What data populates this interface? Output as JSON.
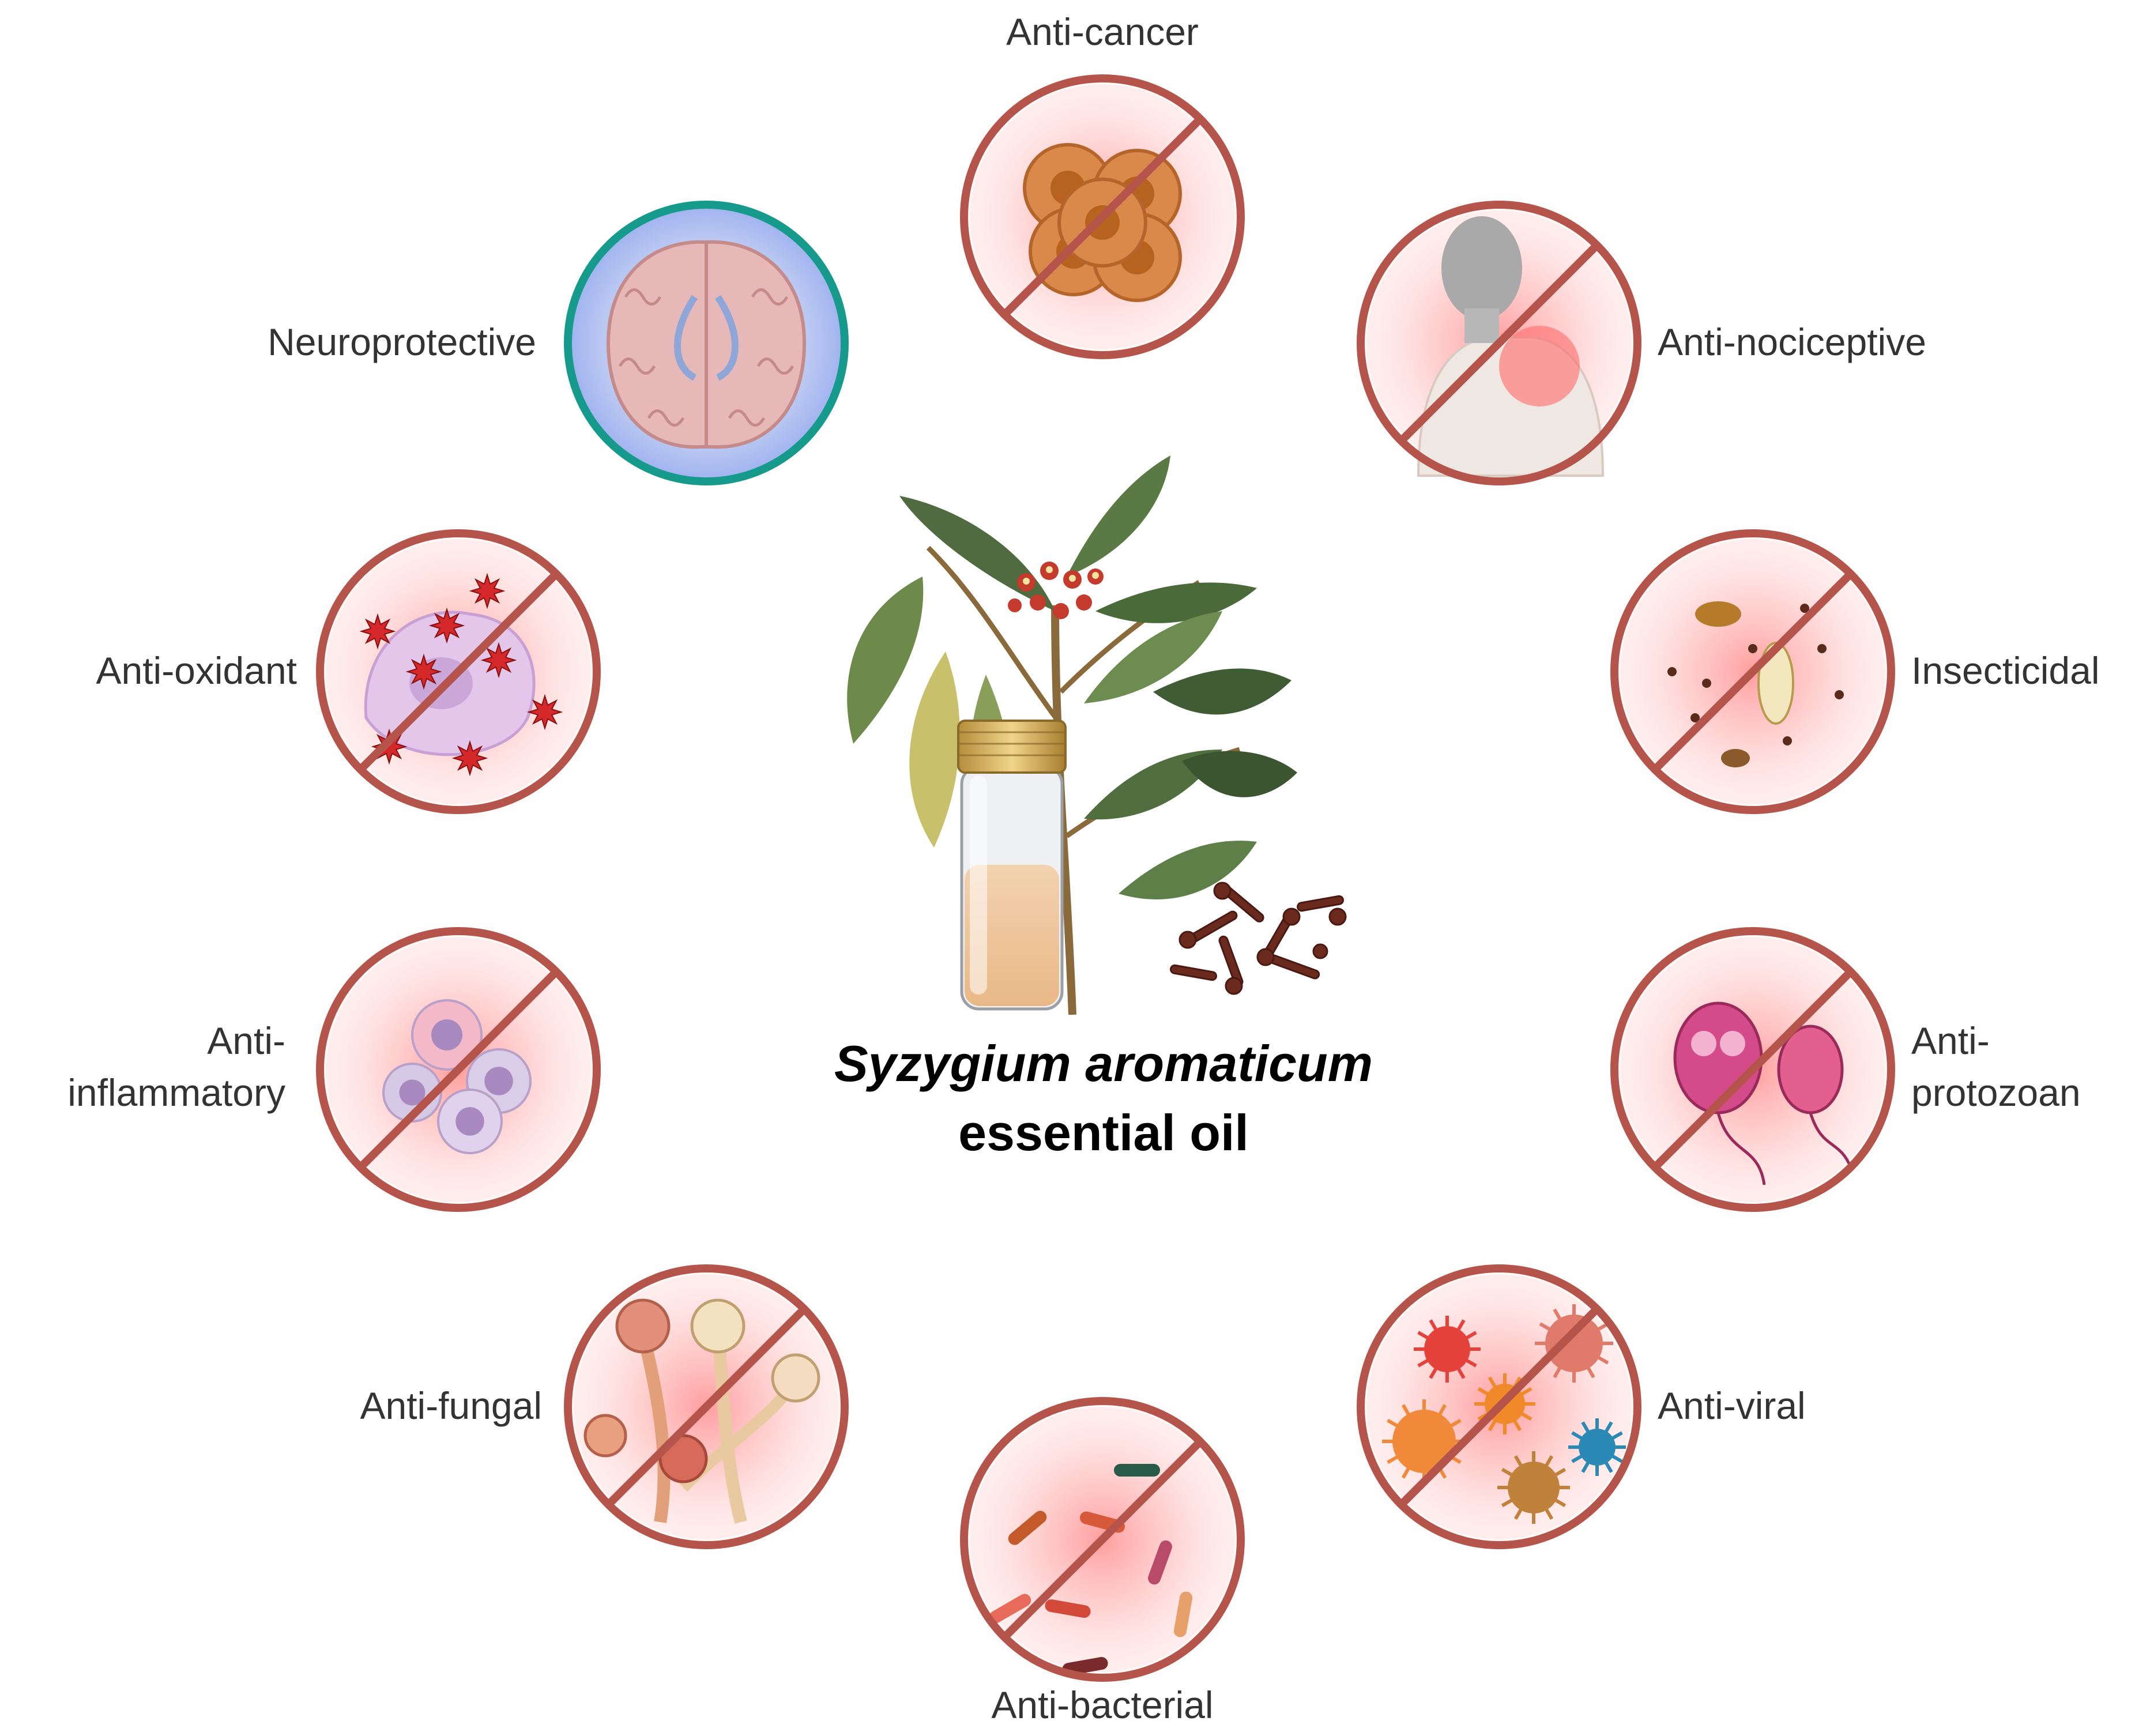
{
  "center": {
    "scientific_name": "Syzygium aromaticum",
    "subtitle": "essential oil"
  },
  "activities": [
    {
      "id": "anti-cancer",
      "label": [
        "Anti-cancer"
      ],
      "style": "prohibited",
      "icon": "cancer-cells-icon"
    },
    {
      "id": "anti-nociceptive",
      "label": [
        "Anti-nociceptive"
      ],
      "style": "prohibited",
      "icon": "pain-body-icon"
    },
    {
      "id": "insecticidal",
      "label": [
        "Insecticidal"
      ],
      "style": "prohibited",
      "icon": "insects-icon"
    },
    {
      "id": "anti-protozoan",
      "label": [
        "Anti-",
        "protozoan"
      ],
      "style": "prohibited",
      "icon": "protozoa-icon"
    },
    {
      "id": "anti-viral",
      "label": [
        "Anti-viral"
      ],
      "style": "prohibited",
      "icon": "viruses-icon"
    },
    {
      "id": "anti-bacterial",
      "label": [
        "Anti-bacterial"
      ],
      "style": "prohibited",
      "icon": "bacteria-icon"
    },
    {
      "id": "anti-fungal",
      "label": [
        "Anti-fungal"
      ],
      "style": "prohibited",
      "icon": "fungi-icon"
    },
    {
      "id": "anti-inflammatory",
      "label": [
        "Anti-",
        "inflammatory"
      ],
      "style": "prohibited",
      "icon": "immune-cells-icon"
    },
    {
      "id": "anti-oxidant",
      "label": [
        "Anti-oxidant"
      ],
      "style": "prohibited",
      "icon": "free-radicals-icon"
    },
    {
      "id": "neuroprotective",
      "label": [
        "Neuroprotective"
      ],
      "style": "protected",
      "icon": "brain-icon"
    }
  ],
  "colors": {
    "prohibit_ring": "#b5544a",
    "prohibit_glow": "#ff3b3b",
    "protect_ring": "#159a8c",
    "protect_fill": "#c9d3f5",
    "label_text": "#333333",
    "title_text": "#000000"
  }
}
